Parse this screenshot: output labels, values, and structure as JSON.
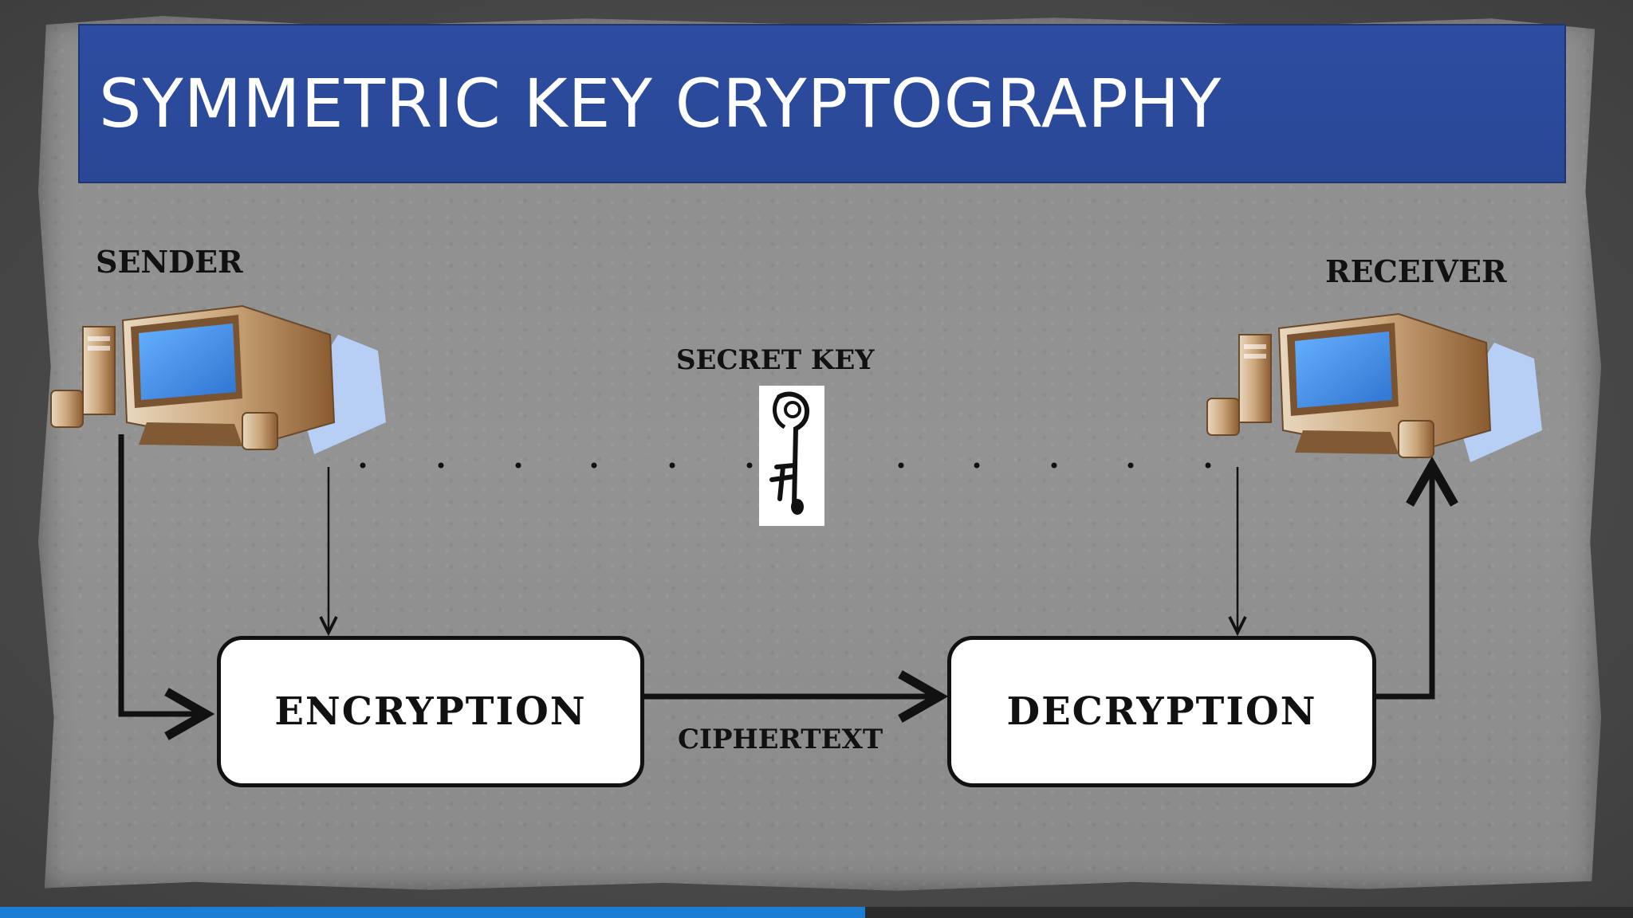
{
  "title": "SYMMETRIC KEY CRYPTOGRAPHY",
  "labels": {
    "sender": "SENDER",
    "receiver": "RECEIVER",
    "secret_key": "SECRET KEY",
    "ciphertext": "CIPHERTEXT"
  },
  "boxes": {
    "encryption": "ENCRYPTION",
    "decryption": "DECRYPTION"
  },
  "icons": {
    "sender": "computer-icon",
    "receiver": "computer-icon",
    "secret_key": "key-icon"
  },
  "colors": {
    "title_background": "#2d4da1",
    "title_text": "#ffffff",
    "paper": "#8e8e8e",
    "monitor_screen": "#3f8ee6",
    "progress": "#1a7fd4"
  },
  "video_progress_fraction": 0.53
}
